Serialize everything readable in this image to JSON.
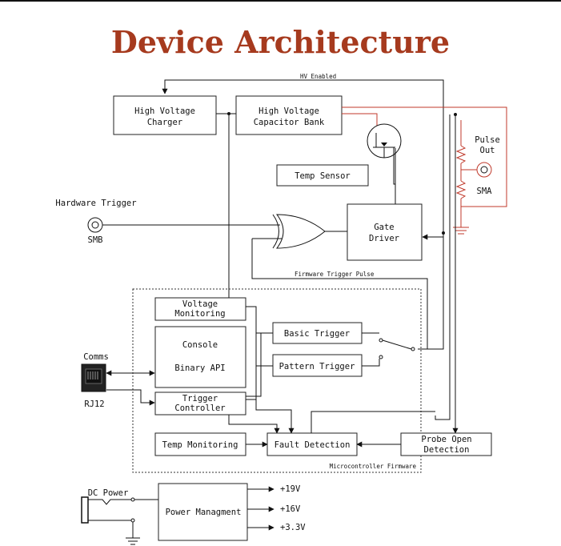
{
  "title": "Device Architecture",
  "labels": {
    "hv_enabled": "HV Enabled",
    "hv_charger_1": "High Voltage",
    "hv_charger_2": "Charger",
    "hv_cap_1": "High Voltage",
    "hv_cap_2": "Capacitor Bank",
    "temp_sensor": "Temp Sensor",
    "pulse_out_1": "Pulse",
    "pulse_out_2": "Out",
    "sma": "SMA",
    "hardware_trigger": "Hardware Trigger",
    "smb": "SMB",
    "gate_driver_1": "Gate",
    "gate_driver_2": "Driver",
    "firmware_trigger_pulse": "Firmware Trigger Pulse",
    "voltage_monitoring_1": "Voltage",
    "voltage_monitoring_2": "Monitoring",
    "console": "Console",
    "binary_api": "Binary API",
    "basic_trigger": "Basic Trigger",
    "pattern_trigger": "Pattern Trigger",
    "comms": "Comms",
    "rj12": "RJ12",
    "trigger_controller_1": "Trigger",
    "trigger_controller_2": "Controller",
    "temp_monitoring": "Temp Monitoring",
    "fault_detection": "Fault Detection",
    "probe_open_1": "Probe Open",
    "probe_open_2": "Detection",
    "mcu_firmware": "Microcontroller Firmware",
    "dc_power": "DC Power",
    "power_management": "Power Managment",
    "v19": "+19V",
    "v16": "+16V",
    "v33": "+3.3V"
  }
}
